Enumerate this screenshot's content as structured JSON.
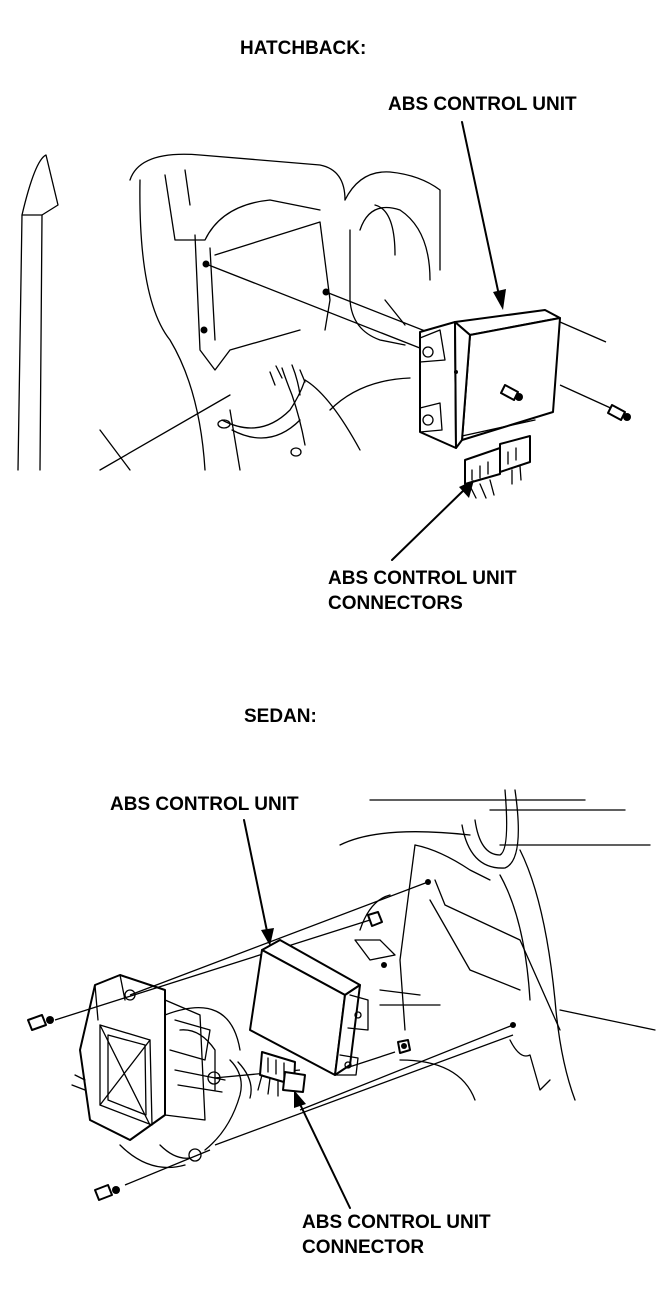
{
  "hatchback": {
    "heading": "HATCHBACK:",
    "control_unit_label": "ABS CONTROL UNIT",
    "connectors_label_line1": "ABS CONTROL UNIT",
    "connectors_label_line2": "CONNECTORS"
  },
  "sedan": {
    "heading": "SEDAN:",
    "control_unit_label": "ABS CONTROL UNIT",
    "connector_label_line1": "ABS CONTROL UNIT",
    "connector_label_line2": "CONNECTOR"
  }
}
